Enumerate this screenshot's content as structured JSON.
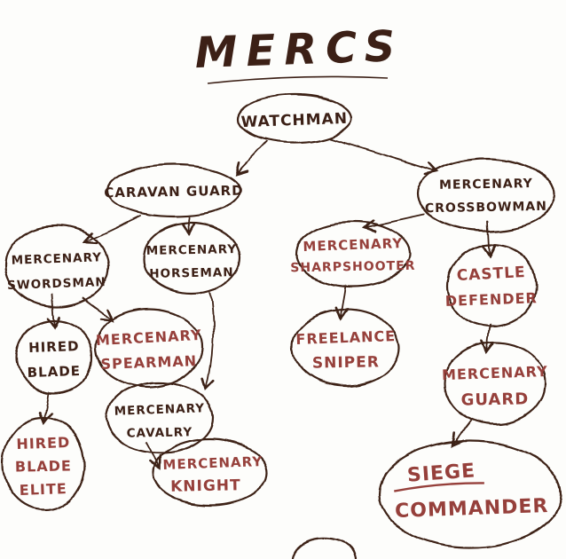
{
  "diagram": {
    "title": "MERCS",
    "colors": {
      "ink": "#3c2016",
      "accent_red": "#96403b",
      "background": "#fdfdfb"
    },
    "nodes": [
      {
        "id": "watchman",
        "lines": [
          "WATCHMAN"
        ],
        "color": "ink"
      },
      {
        "id": "caravan-guard",
        "lines": [
          "CARAVAN GUARD"
        ],
        "color": "ink"
      },
      {
        "id": "mercenary-crossbowman",
        "lines": [
          "MERCENARY",
          "CROSSBOWMAN"
        ],
        "color": "ink"
      },
      {
        "id": "mercenary-swordsman",
        "lines": [
          "MERCENARY",
          "SWORDSMAN"
        ],
        "color": "ink"
      },
      {
        "id": "mercenary-horseman",
        "lines": [
          "MERCENARY",
          "HORSEMAN"
        ],
        "color": "ink"
      },
      {
        "id": "mercenary-sharpshooter",
        "lines": [
          "MERCENARY",
          "SHARPSHOOTER"
        ],
        "color": "red"
      },
      {
        "id": "castle-defender",
        "lines": [
          "CASTLE",
          "DEFENDER"
        ],
        "color": "red"
      },
      {
        "id": "hired-blade",
        "lines": [
          "HIRED",
          "BLADE"
        ],
        "color": "ink"
      },
      {
        "id": "mercenary-spearman",
        "lines": [
          "MERCENARY",
          "SPEARMAN"
        ],
        "color": "red"
      },
      {
        "id": "freelance-sniper",
        "lines": [
          "FREELANCE",
          "SNIPER"
        ],
        "color": "red"
      },
      {
        "id": "mercenary-guard",
        "lines": [
          "MERCENARY",
          "GUARD"
        ],
        "color": "red"
      },
      {
        "id": "mercenary-cavalry",
        "lines": [
          "MERCENARY",
          "CAVALRY"
        ],
        "color": "ink"
      },
      {
        "id": "hired-blade-elite",
        "lines": [
          "HIRED",
          "BLADE",
          "ELITE"
        ],
        "color": "red"
      },
      {
        "id": "mercenary-knight",
        "lines": [
          "MERCENARY",
          "KNIGHT"
        ],
        "color": "red"
      },
      {
        "id": "siege-commander",
        "lines": [
          "SIEGE",
          "COMMANDER"
        ],
        "color": "red"
      }
    ],
    "edges": [
      {
        "from": "watchman",
        "to": "caravan-guard"
      },
      {
        "from": "watchman",
        "to": "mercenary-crossbowman"
      },
      {
        "from": "caravan-guard",
        "to": "mercenary-swordsman"
      },
      {
        "from": "caravan-guard",
        "to": "mercenary-horseman"
      },
      {
        "from": "mercenary-swordsman",
        "to": "hired-blade"
      },
      {
        "from": "mercenary-swordsman",
        "to": "mercenary-spearman"
      },
      {
        "from": "mercenary-horseman",
        "to": "mercenary-cavalry"
      },
      {
        "from": "hired-blade",
        "to": "hired-blade-elite"
      },
      {
        "from": "mercenary-cavalry",
        "to": "mercenary-knight"
      },
      {
        "from": "mercenary-crossbowman",
        "to": "mercenary-sharpshooter"
      },
      {
        "from": "mercenary-crossbowman",
        "to": "castle-defender"
      },
      {
        "from": "mercenary-sharpshooter",
        "to": "freelance-sniper"
      },
      {
        "from": "castle-defender",
        "to": "mercenary-guard"
      },
      {
        "from": "mercenary-guard",
        "to": "siege-commander"
      }
    ]
  }
}
